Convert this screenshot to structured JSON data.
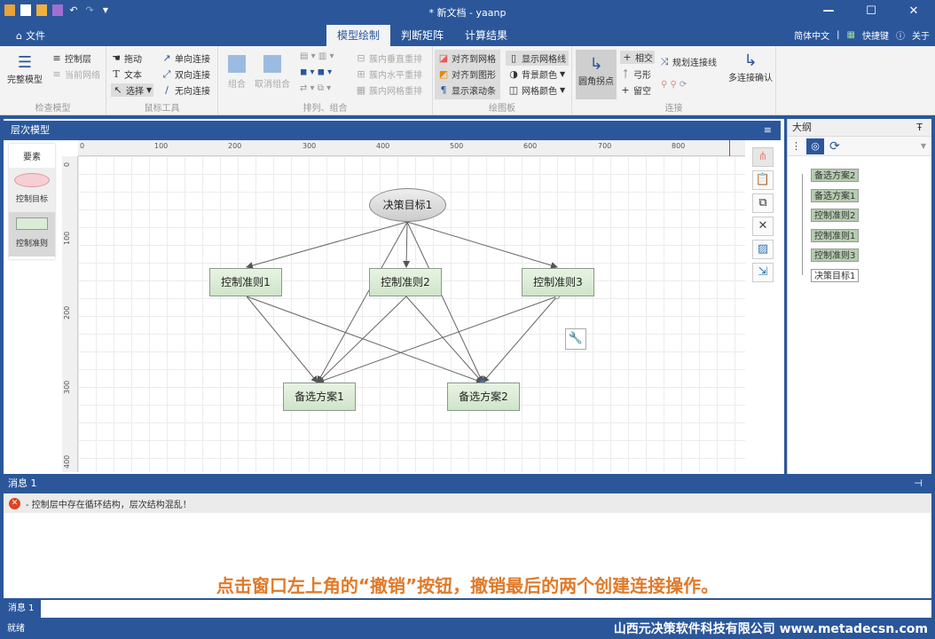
{
  "window": {
    "title": "* 新文档 - yaanp",
    "minimize": "—",
    "maximize": "☐",
    "close": "✕"
  },
  "qat": {
    "undo": "↶",
    "redo": "↷",
    "more": "▼"
  },
  "tabrow": {
    "file_label": "文件",
    "tabs": [
      {
        "label": "模型绘制",
        "active": true
      },
      {
        "label": "判断矩阵"
      },
      {
        "label": "计算结果"
      }
    ],
    "language": "简体中文",
    "shortcuts": "快捷键",
    "about": "关于"
  },
  "ribbon": {
    "check_model": {
      "label": "检查模型",
      "full_model": "完整模型",
      "control_layer": "控制层",
      "current_network": "当前网络"
    },
    "mouse_tools": {
      "label": "鼠标工具",
      "drag": "拖动",
      "text": "文本",
      "select": "选择",
      "one_way": "单向连接",
      "two_way": "双向连接",
      "no_dir": "无向连接"
    },
    "arrange": {
      "label": "排列、组合",
      "group": "组合",
      "ungroup": "取消组合",
      "v_rearrange": "簇内垂直重排",
      "h_rearrange": "簇内水平重排",
      "grid_rearrange": "簇内网格重排"
    },
    "canvas": {
      "label": "绘图板",
      "snap_grid": "对齐到网格",
      "snap_shape": "对齐到图形",
      "show_scroll": "显示滚动条",
      "show_gridlines": "显示网格线",
      "bg_color": "背景颜色",
      "grid_color": "网格颜色"
    },
    "connect": {
      "label": "连接",
      "round_corner": "圆角拐点",
      "intersect": "相交",
      "arc": "弓形",
      "gap": "留空",
      "plan_lines": "规划连接线",
      "multi_confirm": "多连接确认"
    }
  },
  "hierarchy_panel": {
    "title": "层次模型",
    "toolbox_title": "要素",
    "items": [
      {
        "label": "控制目标"
      },
      {
        "label": "控制准则"
      }
    ]
  },
  "ruler": {
    "top": [
      "0",
      "100",
      "200",
      "300",
      "400",
      "500",
      "600",
      "700",
      "800"
    ],
    "left": [
      "0",
      "100",
      "200",
      "300",
      "400"
    ]
  },
  "diagram": {
    "goal": "决策目标1",
    "criteria": [
      "控制准则1",
      "控制准则2",
      "控制准则3"
    ],
    "alternatives": [
      "备选方案1",
      "备选方案2"
    ]
  },
  "outline": {
    "title": "大纲",
    "items": [
      {
        "label": "备选方案2"
      },
      {
        "label": "备选方案1"
      },
      {
        "label": "控制准则2"
      },
      {
        "label": "控制准则1"
      },
      {
        "label": "控制准则3"
      },
      {
        "label": "决策目标1"
      }
    ]
  },
  "messages": {
    "title": "消息 1",
    "rows": [
      {
        "text": "- 控制层中存在循环结构，层次结构混乱！"
      }
    ],
    "tab": "消息 1"
  },
  "caption": "点击窗口左上角的“撤销”按钮，撤销最后的两个创建连接操作。",
  "status": {
    "text": "就绪",
    "company": "山西元决策软件科技有限公司 www.metadecsn.com"
  }
}
